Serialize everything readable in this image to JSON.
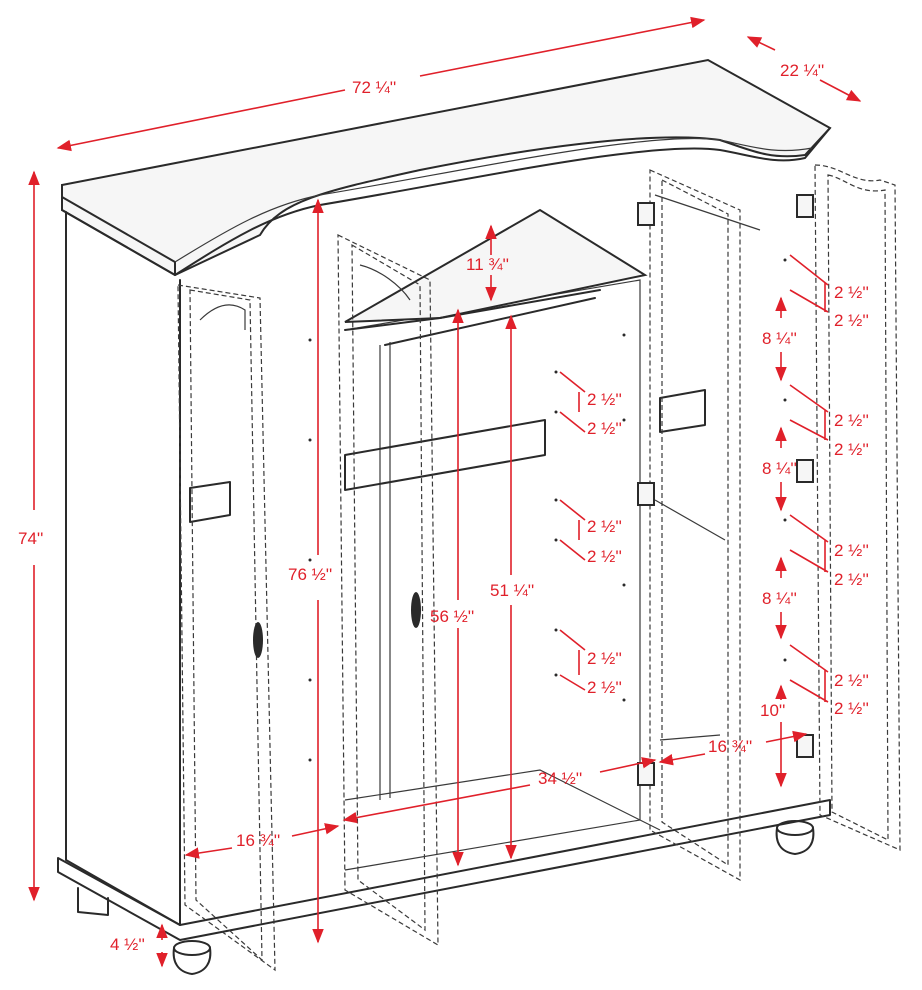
{
  "colors": {
    "dimension": "#e0202a",
    "ink": "#2a2a2a",
    "background": "#ffffff"
  },
  "dimensions": {
    "overall_width": "72 ¼''",
    "overall_depth": "22 ¼''",
    "overall_height": "74''",
    "height_inner": "76 ½''",
    "shelf_gap": "11 ¾''",
    "hang_height_left": "56 ½''",
    "hang_height": "51 ¼''",
    "inner_width_center": "34 ½''",
    "inner_width_left": "16 ¾''",
    "inner_width_right": "16 ¾''",
    "foot_height": "4 ½''",
    "shelf_step": "8 ¼''",
    "bottom_gap": "10''",
    "hole_spacing": "2 ½''"
  }
}
